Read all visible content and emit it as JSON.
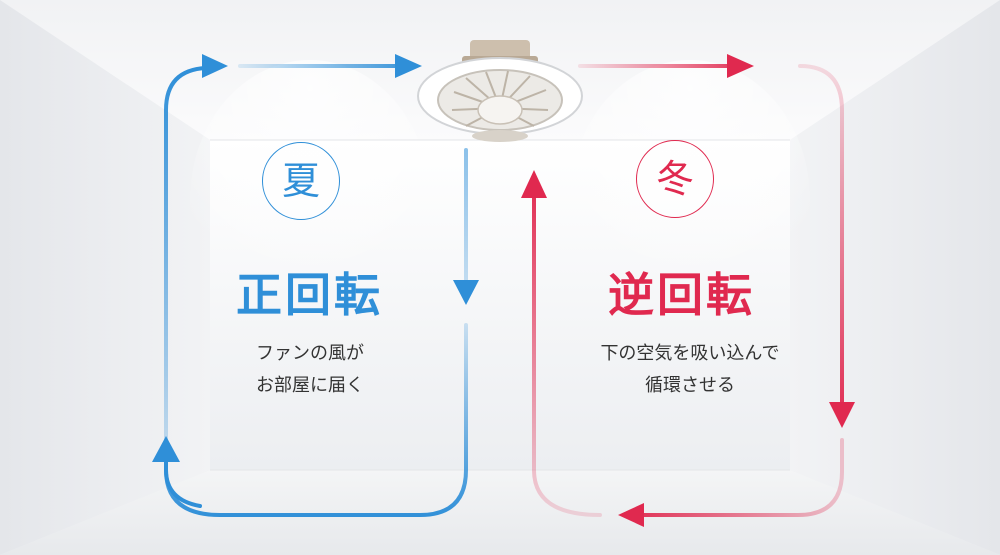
{
  "colors": {
    "summer": "#2f8fd8",
    "winter": "#e0294f",
    "text": "#333333"
  },
  "icons": {
    "fan": "ceiling-fan-light",
    "summer_arrows": "clockwise-loop-arrows",
    "winter_arrows": "counterclockwise-loop-arrows"
  },
  "summer": {
    "season": "夏",
    "mode": "正回転",
    "description_lines": [
      "ファンの風が",
      "お部屋に届く"
    ]
  },
  "winter": {
    "season": "冬",
    "mode": "逆回転",
    "description_lines": [
      "下の空気を吸い込んで",
      "循環させる"
    ]
  }
}
